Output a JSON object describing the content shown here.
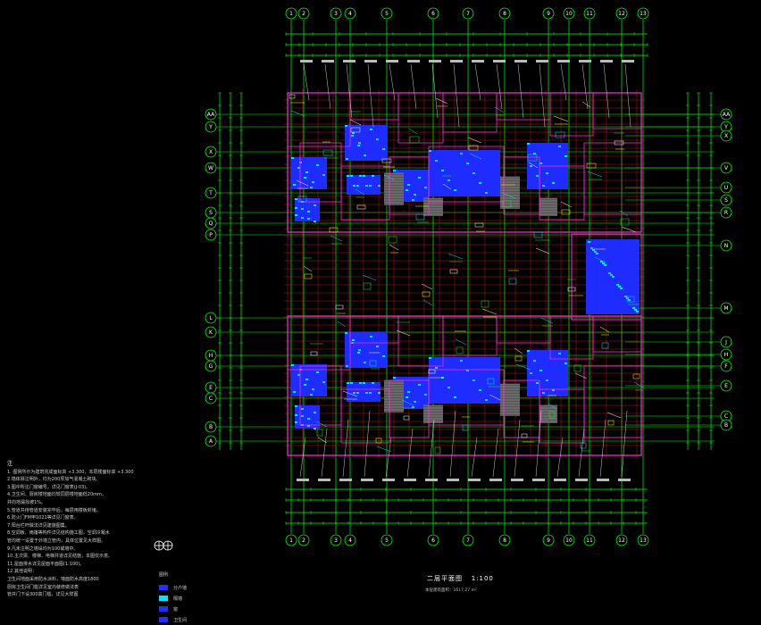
{
  "drawing": {
    "title": "二层平面图",
    "scale": "1:100",
    "subtitle": "本层建筑面积：1617.27 m²"
  },
  "grid_top": [
    "1",
    "2",
    "3",
    "4",
    "5",
    "6",
    "7",
    "8",
    "9",
    "10",
    "11",
    "12",
    "13"
  ],
  "grid_left": [
    "AA",
    "Y",
    "X",
    "W",
    "T",
    "S",
    "Q",
    "P",
    "L",
    "K",
    "H",
    "G",
    "E",
    "C",
    "B",
    "A"
  ],
  "grid_right": [
    "AA",
    "Y",
    "X",
    "V",
    "U",
    "S",
    "R",
    "N",
    "M",
    "J",
    "H",
    "F",
    "E",
    "C",
    "B"
  ],
  "notes": {
    "heading": "注",
    "lines": [
      "1.  图例所示为建筑完成面标高 +3.300，本层楼面标高 +3.300",
      "2.墙体除注明外，均为200厚加气混凝土砌块。",
      "3.图中所注门窗编号，详见门窗表(J-03)。",
      "4.卫生间、厨房楼地面均较同层楼地面低20mm，",
      "   并向地漏找坡1%。",
      "5.管道井待管道安装完毕后，每层用楼板封堵。",
      "6.防火门FM甲1021等详见门窗表。",
      "7.阳台栏杆做法详见建施图集。",
      "8.空调板、雨篷等构件详见结构施工图，空调冷凝水",
      "   管均统一设置于外墙立管内，具体位置见大样图。",
      "9.凡未注明之墙垛均为100或墙中。",
      "10.主次梁、楼梯、电梯井道详见结施，本图仅示意。",
      "11.屋面排水详见屋面平面图(1:100)。",
      "12.其他说明：",
      "   卫生间地面采用防水涂料，墙面防水高度1800",
      "   厨房卫生间门槛详见室内装修做法表",
      "   管井门下设300高门槛，详见大样图"
    ]
  },
  "legend": {
    "heading": "图例",
    "items": [
      {
        "label": "分户墙",
        "color": "#2030ff"
      },
      {
        "label": "隔墙",
        "color": "#00e5ff"
      },
      {
        "label": "窗",
        "color": "#2030ff"
      },
      {
        "label": "卫生间",
        "color": "#2030ff"
      }
    ]
  },
  "colors": {
    "grid": "#00ff00",
    "dim": "#00ff00",
    "wall": "#ff2bd6",
    "beam": "#ff2020",
    "fill": "#1f2cff",
    "cyan": "#00e5ff",
    "yellow": "#ffff00",
    "white": "#ffffff"
  }
}
